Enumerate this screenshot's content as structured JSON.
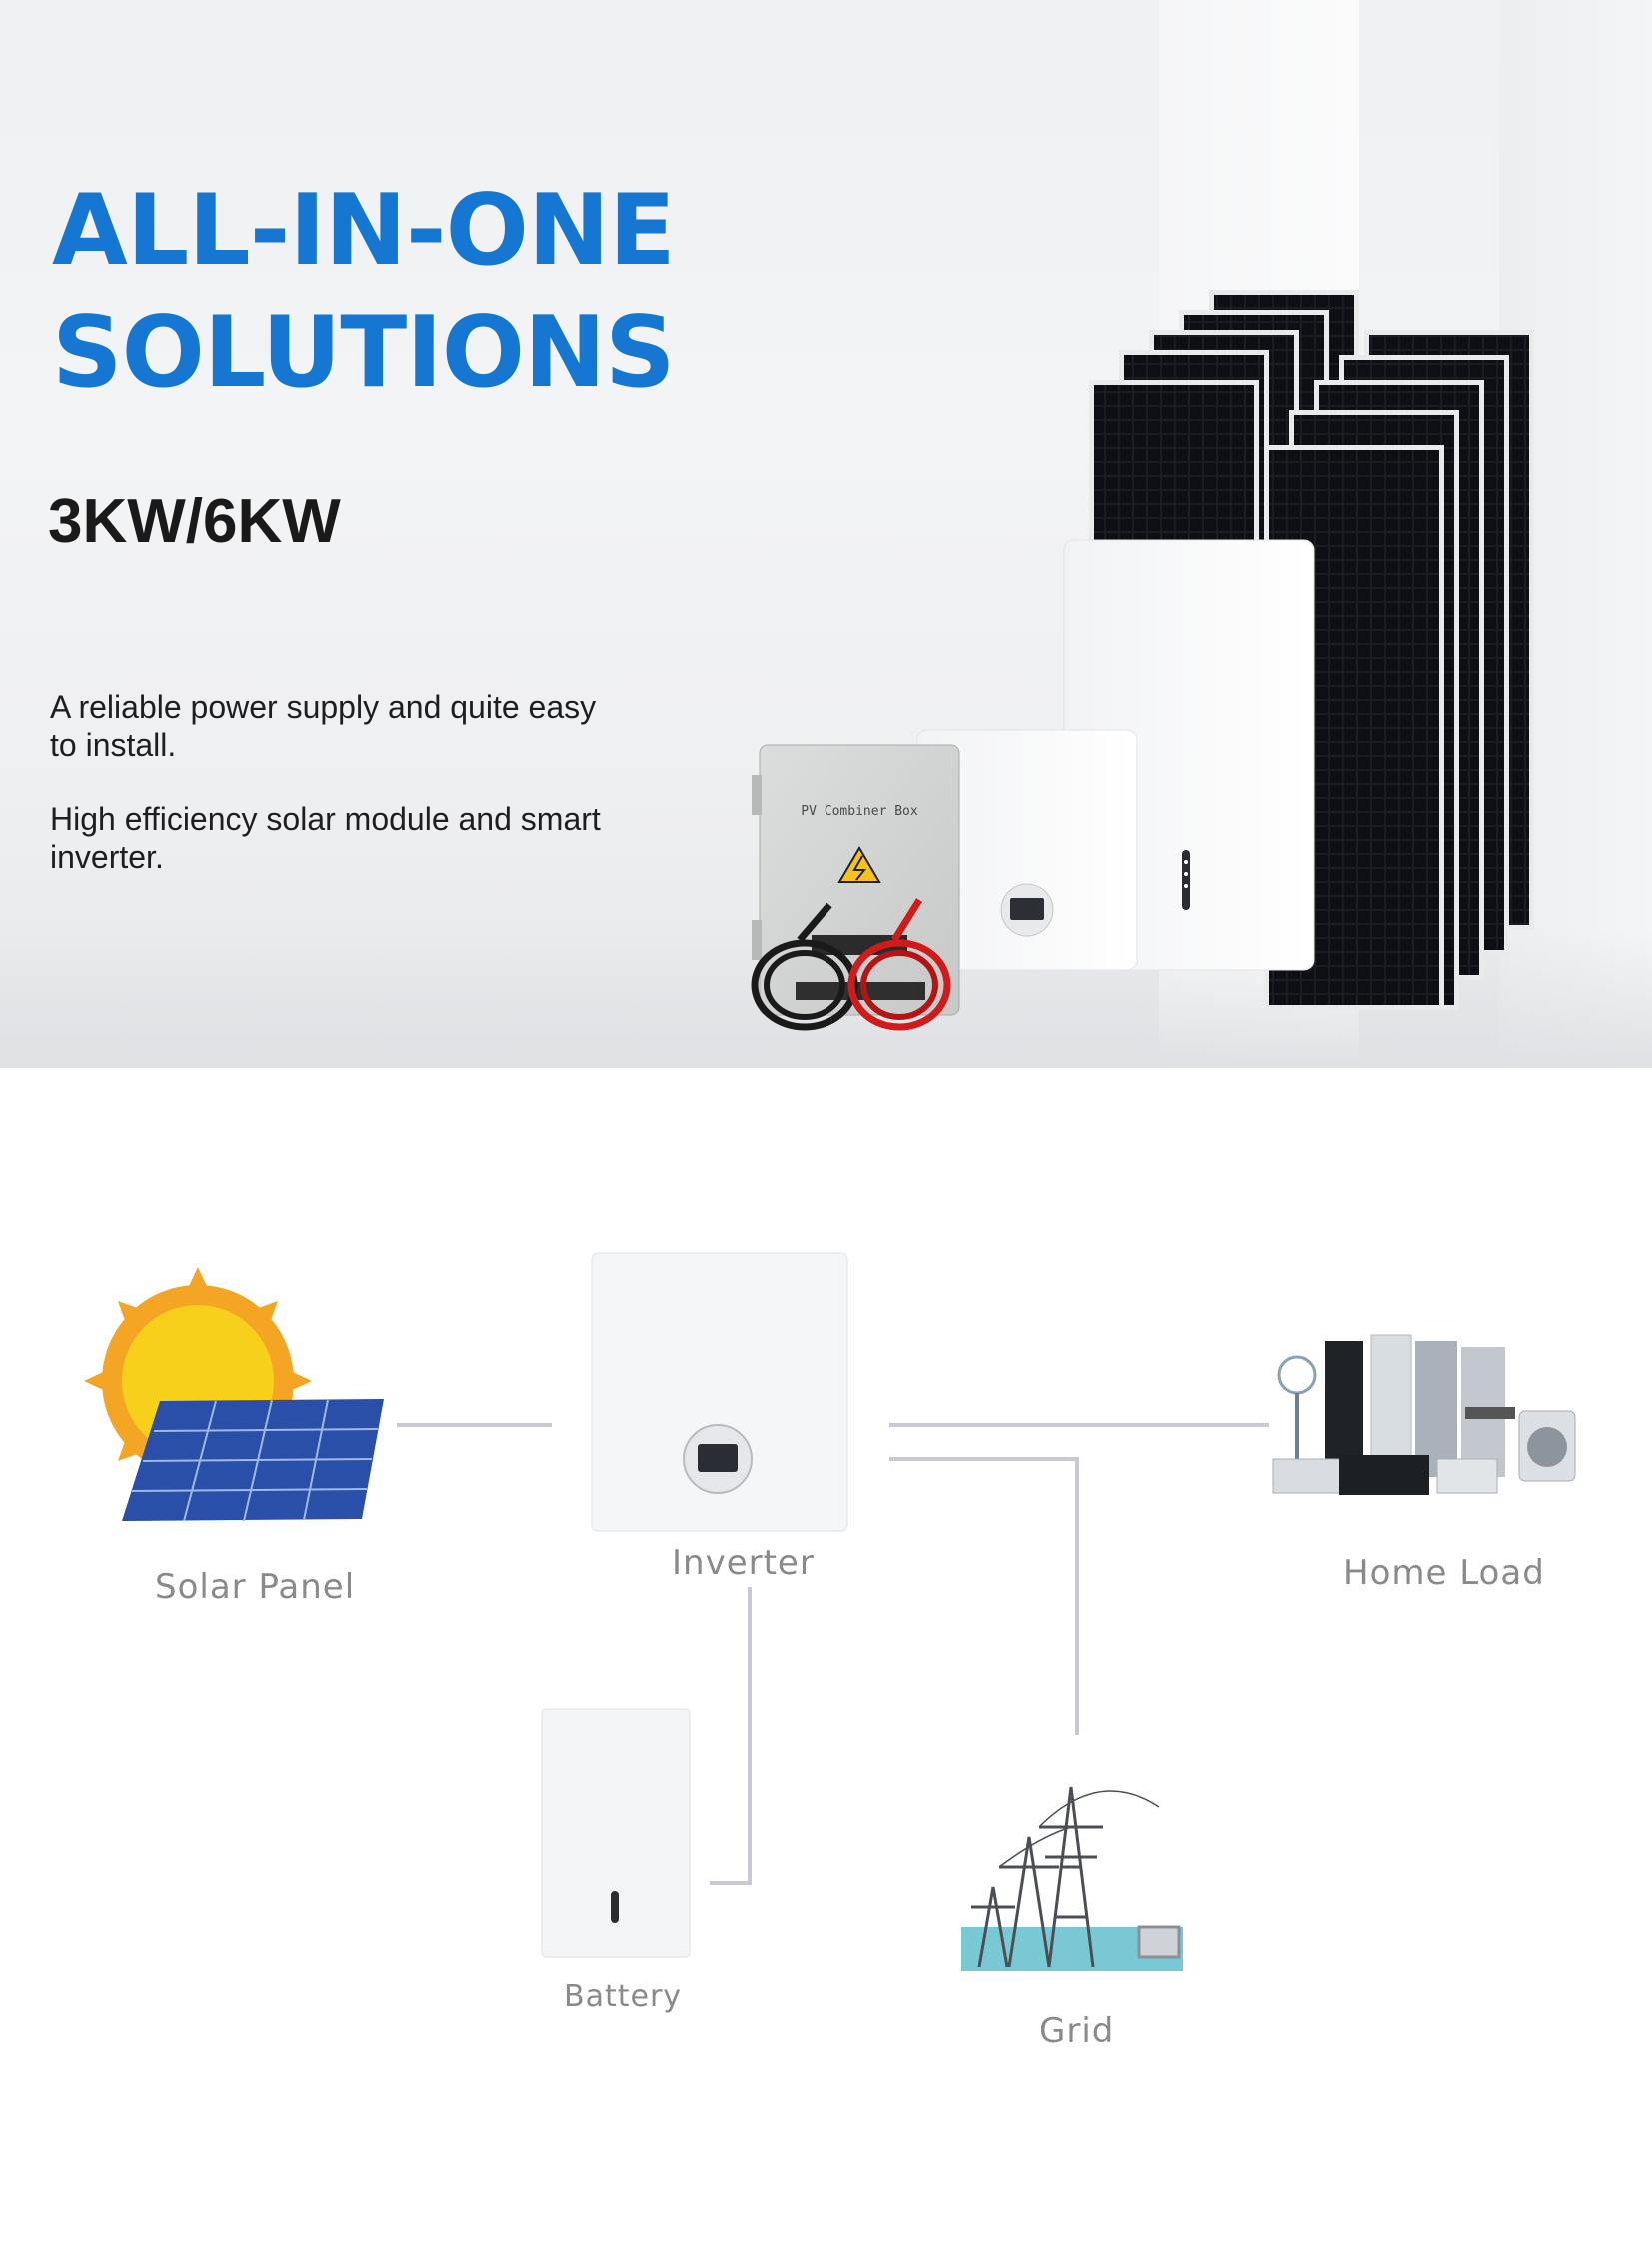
{
  "hero": {
    "headline_line1": "ALL-IN-ONE",
    "headline_line2": "SOLUTIONS",
    "power_rating": "3KW/6KW",
    "description_1": "A reliable power supply and quite easy to install.",
    "description_2": "High efficiency solar module and smart inverter.",
    "combiner_box_label": "PV Combiner Box",
    "accent_color": "#1677d2"
  },
  "diagram": {
    "solar_panel_label": "Solar Panel",
    "inverter_label": "Inverter",
    "home_load_label": "Home Load",
    "battery_label": "Battery",
    "grid_label": "Grid",
    "connector_color": "#c9c9d6"
  }
}
